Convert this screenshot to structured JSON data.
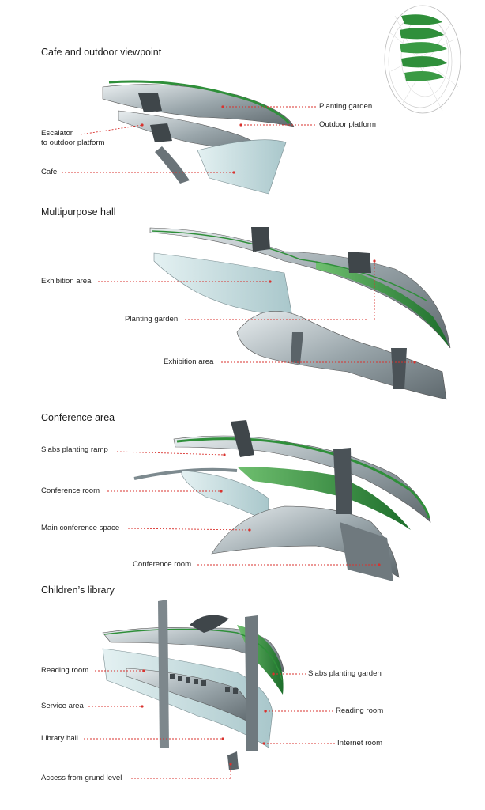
{
  "colors": {
    "leader": "#d9322e",
    "green": "#2f8f3a",
    "grey": "#8f9a9f",
    "glass": "#cfe4e6",
    "dark": "#4f575c"
  },
  "sections": [
    {
      "title": "Cafe and outdoor viewpoint",
      "labels": [
        "Planting garden",
        "Outdoor platform",
        "Escalator",
        "to outdoor platform",
        "Cafe"
      ]
    },
    {
      "title": "Multipurpose hall",
      "labels": [
        "Exhibition area",
        "Planting garden",
        "Exhibition area"
      ]
    },
    {
      "title": "Conference area",
      "labels": [
        "Slabs planting ramp",
        "Conference room",
        "Main conference space",
        "Conference room"
      ]
    },
    {
      "title": "Children’s library",
      "labels": [
        "Reading room",
        "Slabs planting garden",
        "Service area",
        "Reading room",
        "Library hall",
        "Internet room",
        "Access from grund level"
      ]
    }
  ]
}
